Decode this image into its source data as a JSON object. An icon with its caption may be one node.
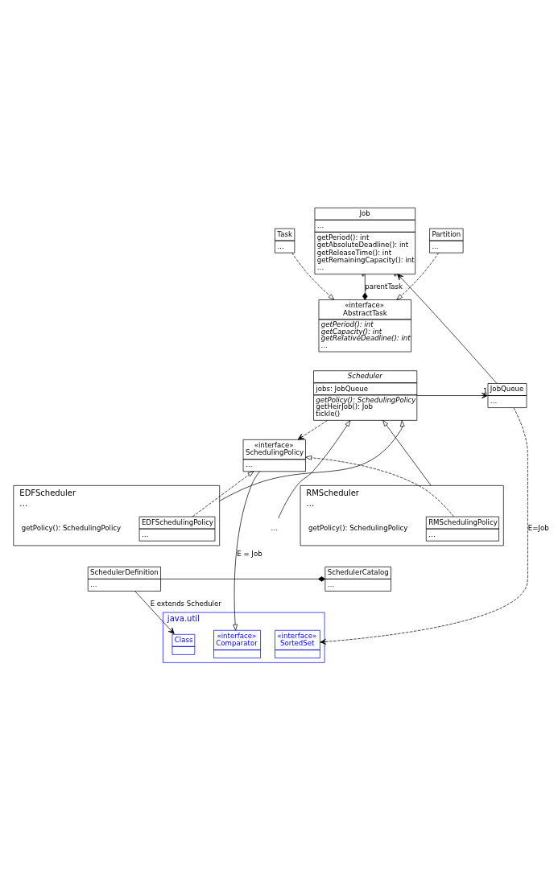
{
  "diagram": {
    "nodes": [
      {
        "text": [
          "Task",
          "…"
        ]
      },
      {
        "text": [
          "Partition",
          "…"
        ]
      },
      {
        "text": [
          "«interface»",
          "AbstractTask",
          "getPeriod(): int",
          "getCapacity(): int",
          "getRelativeDeadline(): int",
          "…"
        ]
      },
      {
        "text": [
          "Job",
          "…",
          "getPeriod(): int",
          "getAbsoluteDeadline(): int",
          "getReleaseTime(): int",
          "getRemainingCapacity(): int",
          "…"
        ]
      },
      {
        "text": [
          "Scheduler",
          "jobs: JobQueue",
          "getPolicy(): SchedulingPolicy",
          "getHeirJob(): Job",
          "tickle()"
        ]
      },
      {
        "text": [
          "JobQueue",
          "…"
        ]
      },
      {
        "text": [
          "«interface»",
          "SchedulingPolicy",
          "…"
        ]
      },
      {
        "text": [
          "…"
        ]
      },
      {
        "text": [
          "RMScheduler",
          "…",
          "getPolicy(): SchedulingPolicy"
        ]
      },
      {
        "text": [
          "RMSchedulingPolicy",
          "…"
        ],
        "in": 8
      },
      {
        "text": [
          "EDFScheduler",
          "…",
          "getPolicy(): SchedulingPolicy"
        ]
      },
      {
        "text": [
          "EDFSchedulingPolicy",
          "…"
        ],
        "in": 10
      },
      {
        "text": [
          "SchedulerCatalog",
          "…"
        ]
      },
      {
        "text": [
          "SchedulerDefinition",
          "…"
        ]
      },
      {
        "text": [
          "java.util"
        ]
      },
      {
        "text": [
          "Class"
        ],
        "in": 14
      },
      {
        "text": [
          "«interface»",
          "Comparator"
        ],
        "in": 14
      },
      {
        "text": [
          "«interface»",
          "SortedSet"
        ],
        "in": 14
      }
    ],
    "edges": [
      {
        "from": 0,
        "to": 2,
        "arrow": "to",
        "style": "dashed"
      },
      {
        "from": 1,
        "to": 2,
        "arrow": "to",
        "style": "dashed"
      },
      {
        "from": 3,
        "to": 2,
        "arrow": "other",
        "label": "parentTask"
      },
      {
        "from": 5,
        "to": 3,
        "arrow": "to"
      },
      {
        "from": 4,
        "to": 5,
        "arrow": "to"
      },
      {
        "from": 4,
        "to": 6,
        "arrow": "to",
        "style": "dashed"
      },
      {
        "from": 9,
        "to": 6,
        "arrow": "to",
        "style": "dashed"
      },
      {
        "from": 11,
        "to": 6,
        "arrow": "to",
        "style": "dashed"
      },
      {
        "from": 8,
        "to": 4,
        "arrow": "to"
      },
      {
        "from": 10,
        "to": 4,
        "arrow": "to"
      },
      {
        "from": 7,
        "to": 4,
        "arrow": "to"
      },
      {
        "from": 13,
        "to": 12,
        "arrow": "other"
      },
      {
        "from": 13,
        "to": 15,
        "arrow": "to",
        "label": "E extends Scheduler"
      },
      {
        "from": 6,
        "to": 16,
        "arrow": "to",
        "label": "E = Job"
      },
      {
        "from": 5,
        "to": 17,
        "arrow": "to",
        "style": "dashed",
        "label": "E=Job"
      }
    ],
    "labels": [
      "*",
      "*",
      "1"
    ]
  }
}
